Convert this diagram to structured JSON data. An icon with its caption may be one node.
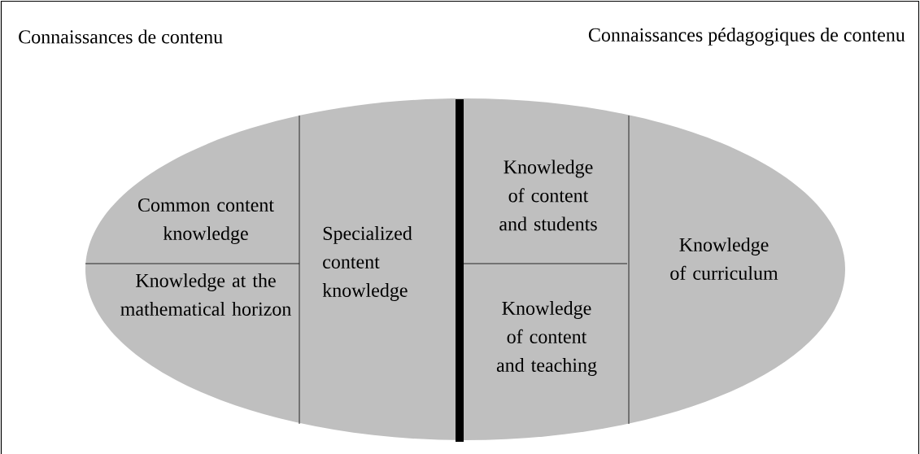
{
  "diagram": {
    "nodes": [
      {
        "text": [
          "Common content knowledge"
        ]
      },
      {
        "text": [
          "Knowledge at the mathematical horizon"
        ]
      },
      {
        "text": [
          "Specialized content knowledge"
        ]
      },
      {
        "text": [
          "Knowledge of content and students"
        ]
      },
      {
        "text": [
          "Knowledge of content and teaching"
        ]
      },
      {
        "text": [
          "Knowledge of curriculum"
        ]
      }
    ],
    "labels": [
      "Connaissances de contenu",
      "Connaissances pédagogiques de contenu"
    ]
  }
}
